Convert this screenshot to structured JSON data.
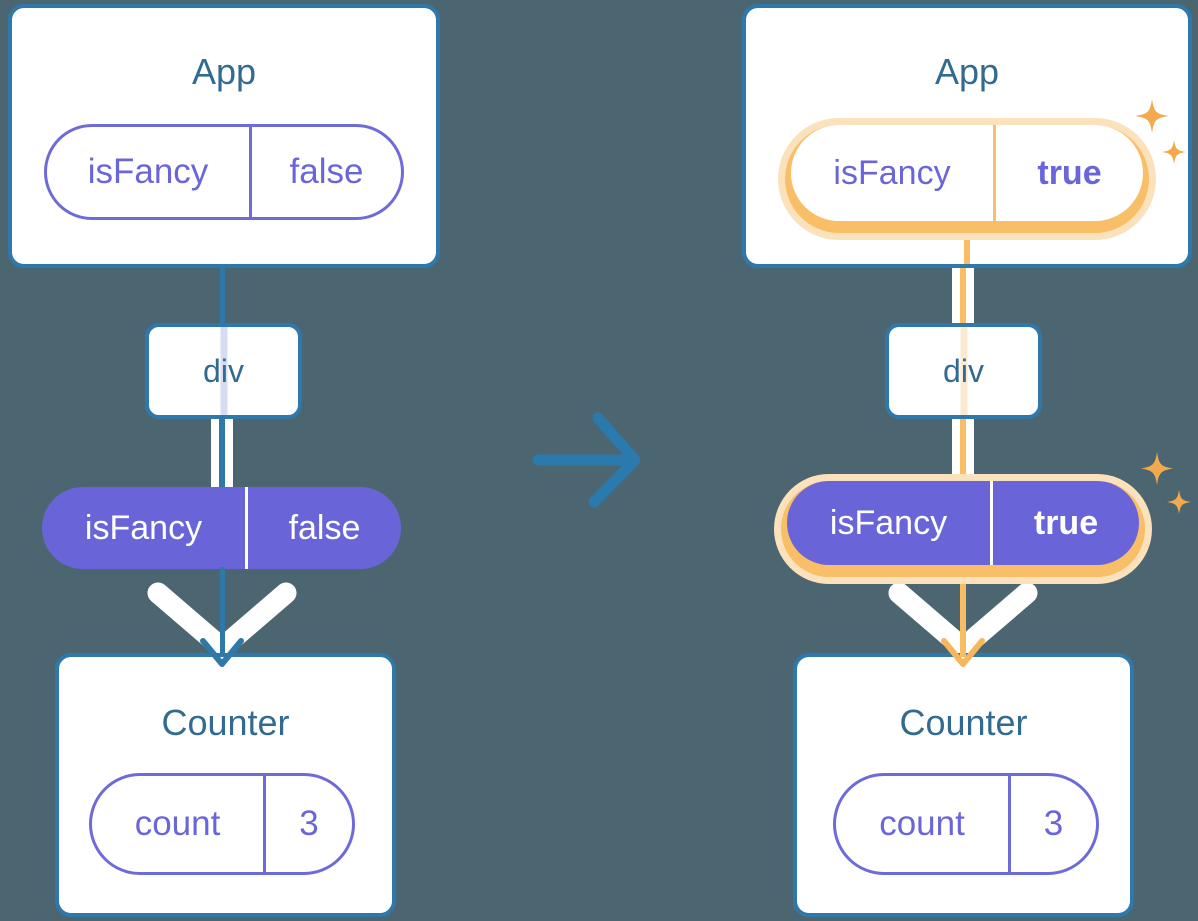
{
  "colors": {
    "background": "#4C6671",
    "card_border_blue": "#2E78AC",
    "title_blue": "#336B90",
    "purple_fill": "#6965D8",
    "purple_outline": "#6F6ADA",
    "purple_text": "#6A66DA",
    "amber_ring": "#F9BE68",
    "amber_glow": "#FCE2BC",
    "amber_divider": "#F7C06C",
    "orange_arrow": "#F6B75C",
    "pale_orange_line": "#FBE9D2",
    "pale_lavender_line": "#D6DCF1",
    "blue_arrow": "#2E79A8",
    "mid_arrow_blue": "#2B7AAD",
    "sparkle_orange": "#F3A94E",
    "white": "#FFFFFF"
  },
  "before": {
    "app": {
      "title": "App",
      "prop_name": "isFancy",
      "prop_value": "false"
    },
    "container": {
      "label": "div"
    },
    "passed_prop": {
      "name": "isFancy",
      "value": "false"
    },
    "counter": {
      "title": "Counter",
      "state_name": "count",
      "state_value": "3"
    }
  },
  "after": {
    "app": {
      "title": "App",
      "prop_name": "isFancy",
      "prop_value": "true"
    },
    "container": {
      "label": "div"
    },
    "passed_prop": {
      "name": "isFancy",
      "value": "true"
    },
    "counter": {
      "title": "Counter",
      "state_name": "count",
      "state_value": "3"
    }
  }
}
